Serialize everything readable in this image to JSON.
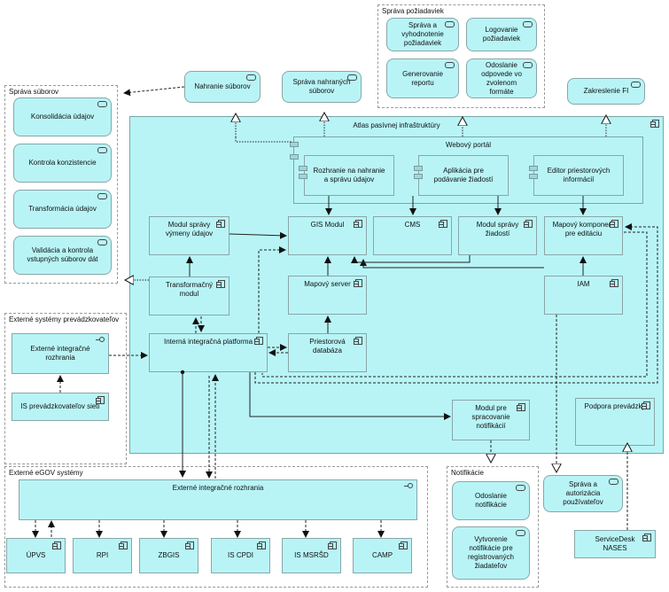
{
  "groups": {
    "sprava_poziadaviek": "Správa požiadaviek",
    "sprava_suborov": "Správa súborov",
    "externe_systemy_prevadzkovatelov": "Externé systémy prevádzkovateľov",
    "externe_egov": "Externé eGOV systémy",
    "notifikacie": "Notifikácie"
  },
  "sprava_poziadaviek_items": [
    "Správa a vyhodnotenie požiadaviek",
    "Logovanie požiadaviek",
    "Generovanie reportu",
    "Odoslanie odpovede vo zvolenom formáte"
  ],
  "sprava_suborov_items": [
    "Konsolidácia údajov",
    "Kontrola konzistencie",
    "Transformácia údajov",
    "Validácia a kontrola vstupných súborov dát"
  ],
  "services_top": {
    "nahranie": "Nahranie súborov",
    "sprava_nahranych": "Správa nahraných súborov",
    "zakreslenie": "Zakreslenie FI"
  },
  "main": {
    "title": "Atlas pasívnej infraštruktúry",
    "webovy_portal": "Webový portál",
    "portal_items": [
      "Rozhranie na nahranie a správu údajov",
      "Aplikácia pre podávanie žiadostí",
      "Editor priestorových informácií"
    ],
    "modul_spravy_vymeny": "Modul správy výmeny údajov",
    "gis_modul": "GIS Modul",
    "cms": "CMS",
    "modul_spravy_ziadosti": "Modul správy žiadostí",
    "mapovy_komponent": "Mapový komponent pre editáciu",
    "transformacny_modul": "Transformačný modul",
    "mapovy_server": "Mapový server",
    "iam": "IAM",
    "interna_platforma": "Interná integračná platforma",
    "priestorova_databaza": "Priestorová databáza",
    "modul_notifikacii": "Modul pre spracovanie notifikácií",
    "podpora_prevadzky": "Podpora prevádzky"
  },
  "ext_prevadzkovatelia": {
    "rozhrania": "Externé integračné rozhrania",
    "is_siete": "IS prevádzkovateľov sietí"
  },
  "egov": {
    "rozhrania": "Externé integračné rozhrania",
    "systems": [
      "ÚPVS",
      "RPI",
      "ZBGIS",
      "IS CPDI",
      "IS MSRŠD",
      "CAMP"
    ]
  },
  "notifikacie_items": [
    "Odoslanie notifikácie",
    "Vytvorenie notifikácie pre registrovaných žiadateľov"
  ],
  "sprava_autorizacia": "Správa a autorizácia používateľov",
  "servicedesk": "ServiceDesk NASES"
}
